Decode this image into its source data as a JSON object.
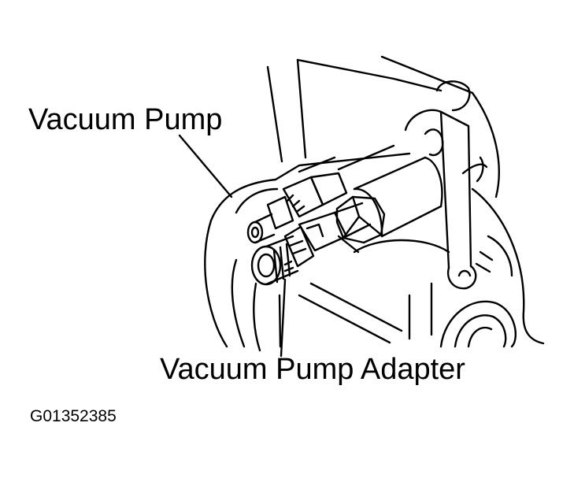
{
  "figure": {
    "callouts": {
      "pump": "Vacuum Pump",
      "adapter": "Vacuum Pump Adapter"
    },
    "figure_code": "G01352385"
  }
}
